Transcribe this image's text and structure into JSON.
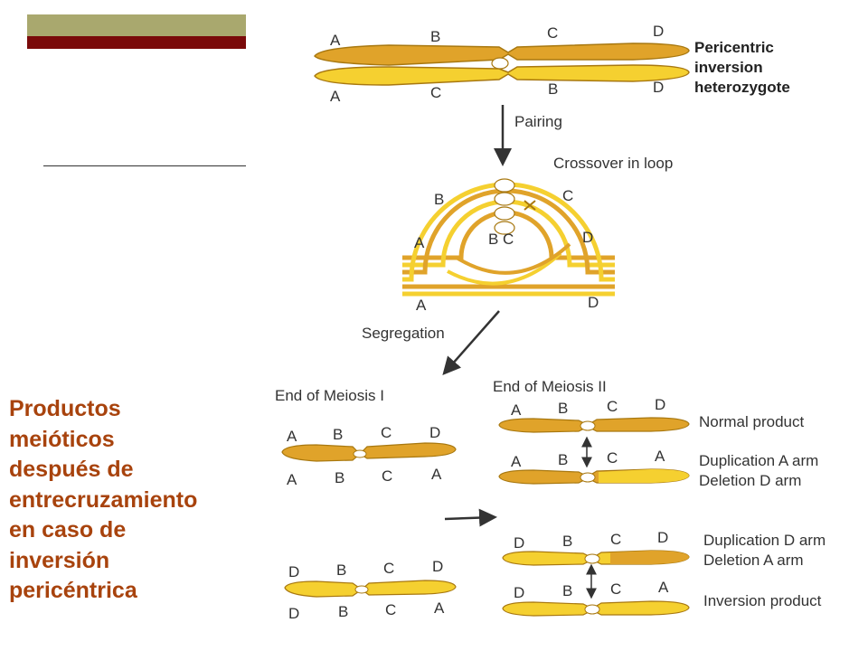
{
  "caption": {
    "lines": [
      "Productos",
      "meióticos",
      "después de",
      "entrecruzamiento",
      "en caso de",
      "inversión",
      "pericéntrica"
    ]
  },
  "diagram": {
    "top": {
      "upper_genes": [
        "A",
        "B",
        "C",
        "D"
      ],
      "lower_genes": [
        "A",
        "C",
        "B",
        "D"
      ],
      "title_lines": [
        "Pericentric",
        "inversion",
        "heterozygote"
      ]
    },
    "pairing_label": "Pairing",
    "crossover_label": "Crossover in loop",
    "loop": {
      "left_A": "A",
      "B": "B",
      "C": "C",
      "inner": "B C",
      "D": "D",
      "bottom_A": "A",
      "bottom_D": "D"
    },
    "segregation_label": "Segregation",
    "meiosis1": {
      "title": "End of Meiosis I",
      "pair1_top": [
        "A",
        "B",
        "C",
        "D"
      ],
      "pair1_bottom": [
        "A",
        "B",
        "C",
        "A"
      ],
      "pair2_top": [
        "D",
        "B",
        "C",
        "D"
      ],
      "pair2_bottom": [
        "D",
        "B",
        "C",
        "A"
      ]
    },
    "meiosis2": {
      "title": "End of Meiosis II",
      "products": [
        {
          "genes": [
            "A",
            "B",
            "C",
            "D"
          ],
          "label_lines": [
            "Normal product"
          ]
        },
        {
          "genes": [
            "A",
            "B",
            "C",
            "A"
          ],
          "label_lines": [
            "Duplication A arm",
            "Deletion D arm"
          ]
        },
        {
          "genes": [
            "D",
            "B",
            "C",
            "D"
          ],
          "label_lines": [
            "Duplication D arm",
            "Deletion A arm"
          ]
        },
        {
          "genes": [
            "D",
            "B",
            "C",
            "A"
          ],
          "label_lines": [
            "Inversion product"
          ]
        }
      ]
    },
    "colors": {
      "orange": "#e0a32a",
      "yellow": "#f5d030",
      "outline": "#a87810"
    }
  }
}
